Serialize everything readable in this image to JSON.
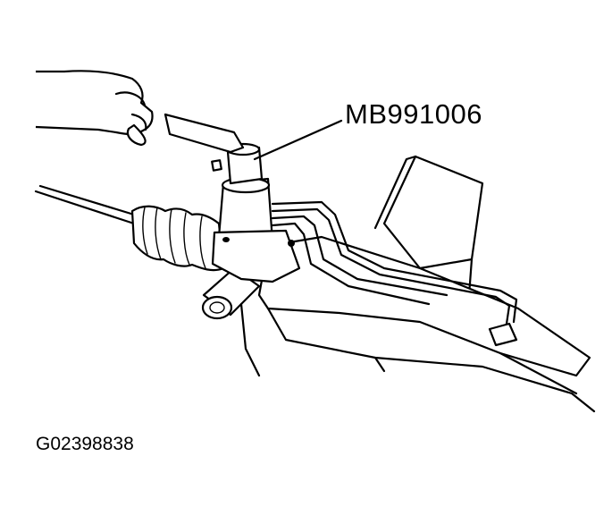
{
  "diagram": {
    "tool_label": "MB991006",
    "figure_code": "G02398838"
  },
  "colors": {
    "line": "#000000",
    "background": "#ffffff"
  },
  "icons": [
    "hand-holding-tool",
    "steering-gear-housing",
    "tie-rod-boot",
    "pressure-tubes"
  ]
}
